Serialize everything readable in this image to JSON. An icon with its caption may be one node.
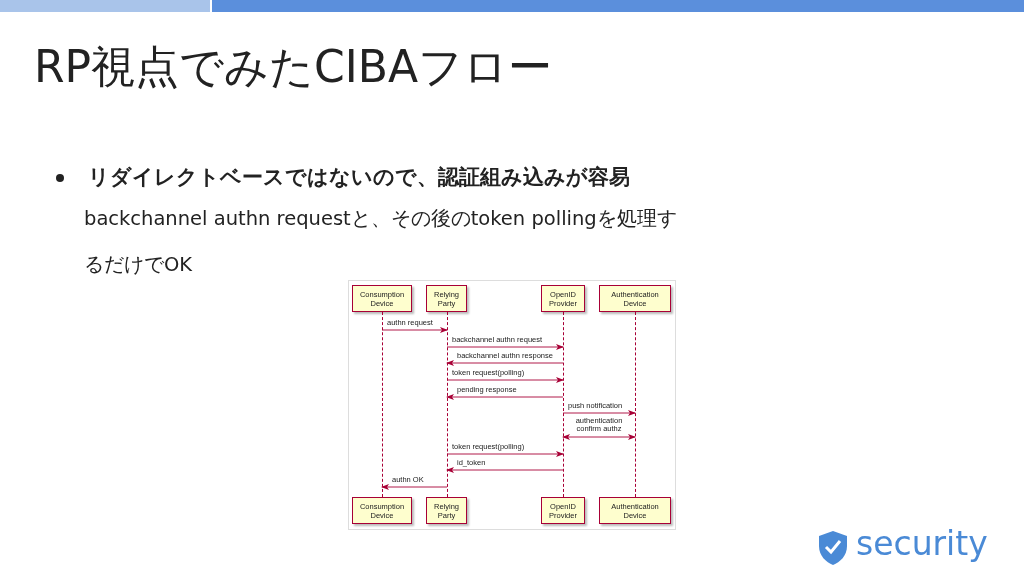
{
  "diagram": {
    "title": "RP視点でみたCIBAフロー",
    "nodes": [
      {
        "text": [
          "Consumption Device"
        ]
      },
      {
        "text": [
          "Relying Party"
        ]
      },
      {
        "text": [
          "OpenID Provider"
        ]
      },
      {
        "text": [
          "Authentication Device"
        ]
      },
      {
        "text": [
          "Consumption Device"
        ]
      },
      {
        "text": [
          "Relying Party"
        ]
      },
      {
        "text": [
          "OpenID Provider"
        ]
      },
      {
        "text": [
          "Authentication Device"
        ]
      },
      {
        "text": [],
        "shape": "line"
      },
      {
        "text": [],
        "shape": "line"
      },
      {
        "text": [],
        "shape": "line"
      },
      {
        "text": [],
        "shape": "line"
      }
    ],
    "edges": [
      {
        "from": 8,
        "to": 9,
        "arrow": "to",
        "label": "authn request"
      },
      {
        "from": 9,
        "to": 10,
        "arrow": "to",
        "label": "backchannel authn request"
      },
      {
        "from": 10,
        "to": 9,
        "arrow": "to",
        "label": "backchannel authn response"
      },
      {
        "from": 9,
        "to": 10,
        "arrow": "to",
        "label": "token request(polling)"
      },
      {
        "from": 10,
        "to": 9,
        "arrow": "to",
        "label": "pending response"
      },
      {
        "from": 10,
        "to": 11,
        "arrow": "to",
        "label": "push notification"
      },
      {
        "from": 10,
        "to": 11,
        "arrow": "both",
        "label": "authentication confirm authz"
      },
      {
        "from": 9,
        "to": 10,
        "arrow": "to",
        "label": "token request(polling)"
      },
      {
        "from": 10,
        "to": 9,
        "arrow": "to",
        "label": "id_token"
      },
      {
        "from": 9,
        "to": 8,
        "arrow": "to",
        "label": "authn OK"
      }
    ],
    "labels": [
      "リダイレクトベースではないので、認証組み込みが容易",
      "backchannel authn requestと、その後のtoken pollingを処理するだけでOK",
      "security"
    ]
  }
}
